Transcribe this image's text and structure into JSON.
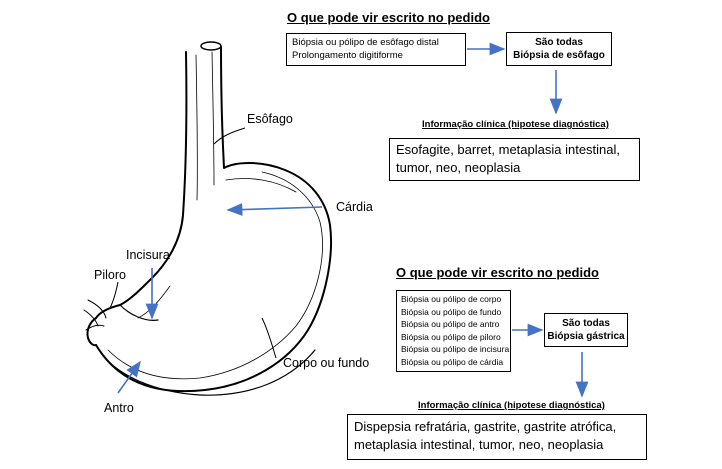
{
  "esophagus_section": {
    "heading": "O que pode vir escrito no pedido",
    "request_items": [
      "Biópsia ou pólipo de esôfago distal",
      "Prolongamento digitiforme"
    ],
    "result_lines": [
      "São todas",
      "Biópsia de esôfago"
    ],
    "clinical_heading": "Informação clínica (hipotese diagnóstica)",
    "clinical_lines": [
      "Esofagite, barret, metaplasia intestinal,",
      "tumor, neo, neoplasia"
    ]
  },
  "gastric_section": {
    "heading": "O que pode vir escrito no pedido",
    "request_items": [
      "Biópsia ou pólipo de corpo",
      "Biópsia ou pólipo de fundo",
      "Biópsia ou pólipo de antro",
      "Biópsia ou pólipo de piloro",
      "Biópsia ou pólipo de incisura",
      "Biópsia ou pólipo de cárdia"
    ],
    "result_lines": [
      "São todas",
      "Biópsia gástrica"
    ],
    "clinical_heading": "Informação clínica (hipotese diagnóstica)",
    "clinical_lines": [
      "Dispepsia refratária, gastrite, gastrite atrófica,",
      "metaplasia intestinal, tumor, neo, neoplasia"
    ]
  },
  "anatomy_labels": {
    "esophagus": "Esôfago",
    "cardia": "Cárdia",
    "incisura": "Incisura",
    "pylorus": "Piloro",
    "body_fundus": "Corpo ou fundo",
    "antrum": "Antro"
  },
  "colors": {
    "arrow": "#4472c4",
    "outline": "#000000"
  }
}
